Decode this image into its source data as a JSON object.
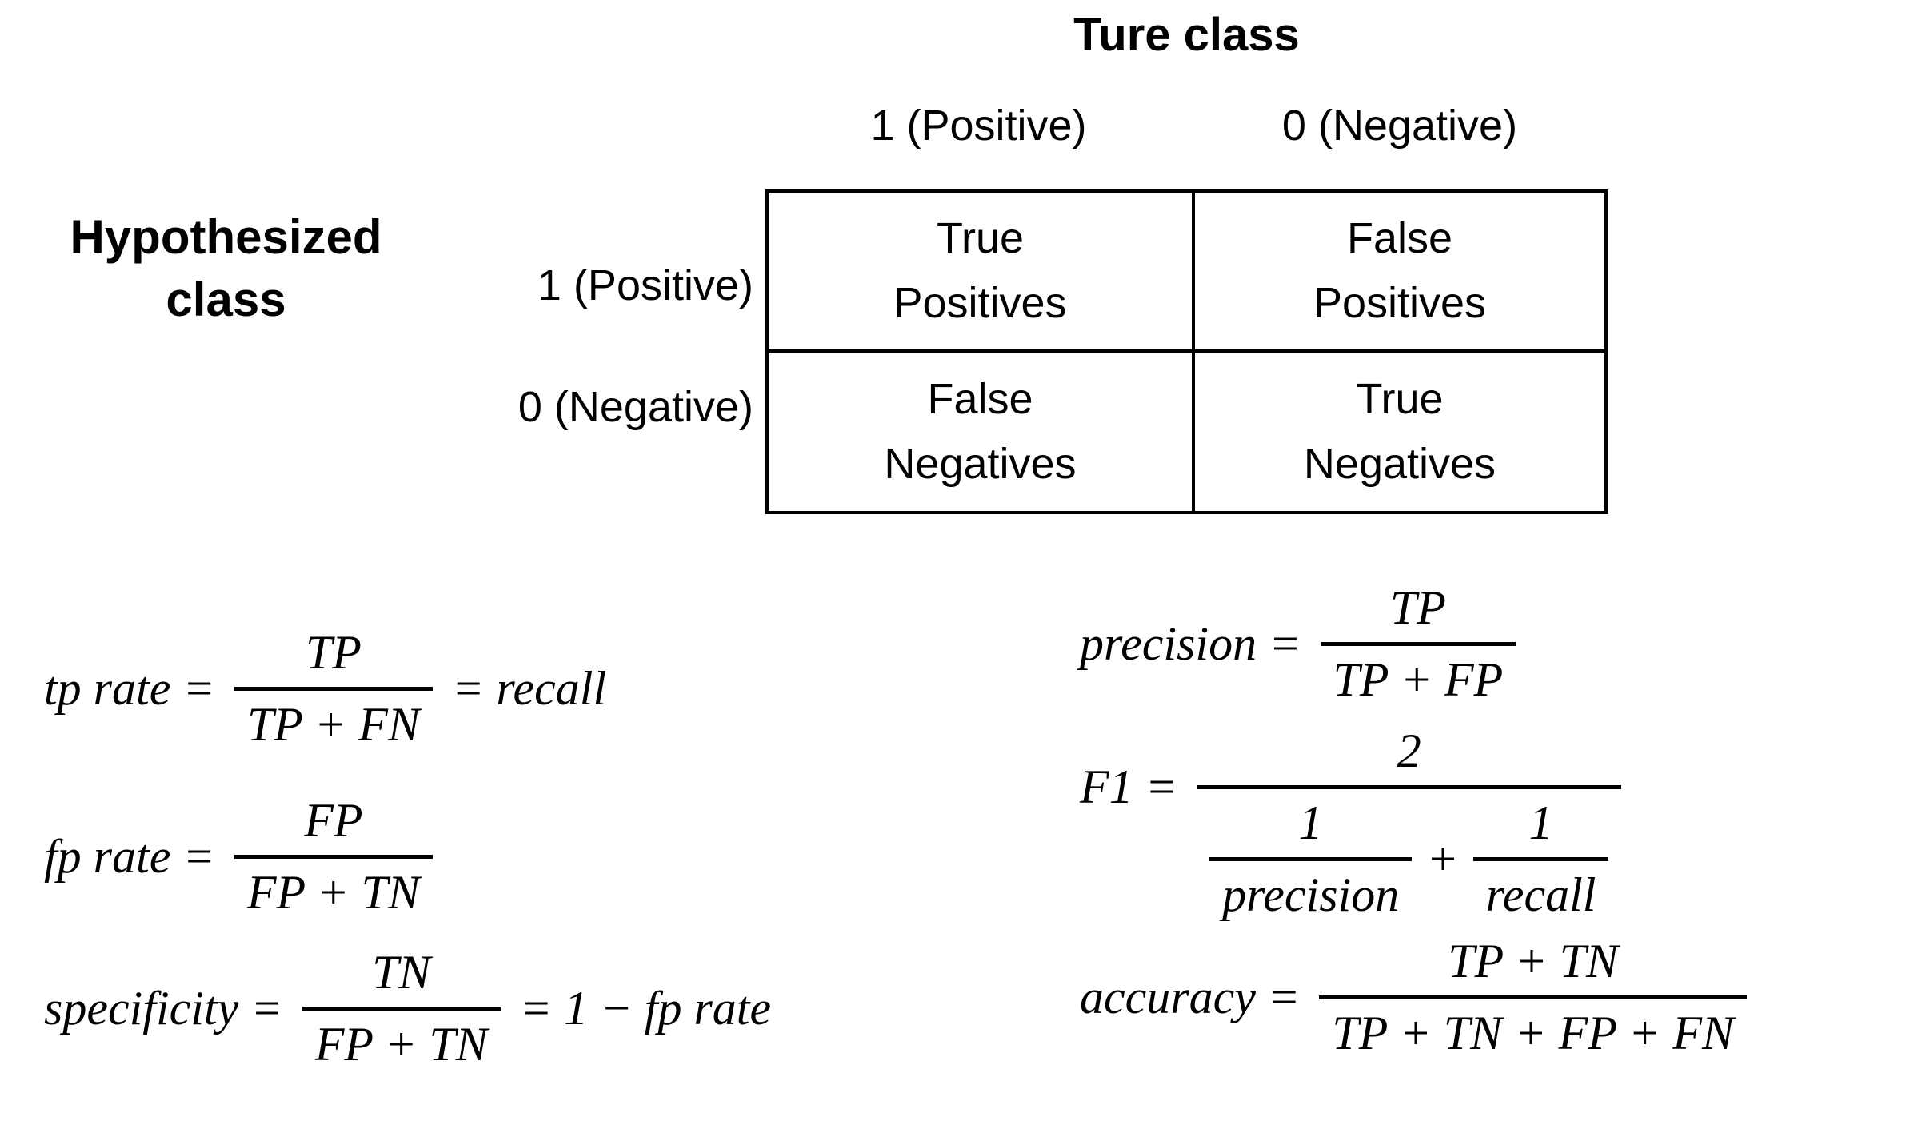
{
  "matrix": {
    "title": "Ture class",
    "col_headers": [
      "1 (Positive)",
      "0 (Negative)"
    ],
    "row_axis_label": {
      "line1": "Hypothesized",
      "line2": "class"
    },
    "row_headers": [
      "1 (Positive)",
      "0 (Negative)"
    ],
    "cells": [
      {
        "line1": "True",
        "line2": "Positives"
      },
      {
        "line1": "False",
        "line2": "Positives"
      },
      {
        "line1": "False",
        "line2": "Negatives"
      },
      {
        "line1": "True",
        "line2": "Negatives"
      }
    ]
  },
  "formulas": {
    "tp_rate": {
      "lhs": "tp rate =",
      "num": "TP",
      "den": "TP + FN",
      "rhs": "= recall"
    },
    "fp_rate": {
      "lhs": "fp rate =",
      "num": "FP",
      "den": "FP + TN"
    },
    "specificity": {
      "lhs": "specificity =",
      "num": "TN",
      "den": "FP + TN",
      "rhs": "= 1 − fp rate"
    },
    "precision": {
      "lhs": "precision =",
      "num": "TP",
      "den": "TP + FP"
    },
    "f1": {
      "lhs": "F1 =",
      "num": "2",
      "den_left_num": "1",
      "den_left_den": "precision",
      "plus_sign": "+",
      "den_right_num": "1",
      "den_right_den": "recall"
    },
    "accuracy": {
      "lhs": "accuracy =",
      "num": "TP + TN",
      "den": "TP + TN + FP + FN"
    }
  },
  "colors": {
    "foreground": "#000000",
    "background": "#ffffff"
  }
}
